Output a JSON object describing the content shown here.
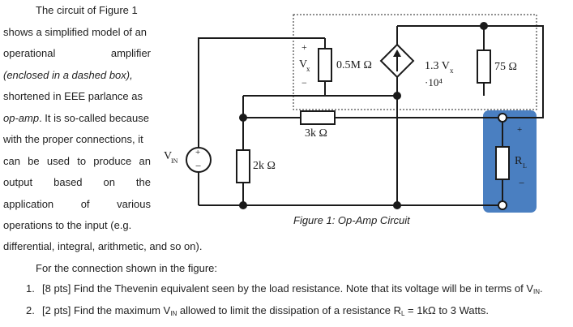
{
  "intro_lines": [
    "The circuit of Figure 1",
    "shows a simplified model of an",
    [
      "operational",
      "amplifier"
    ],
    "(enclosed in a dashed box),",
    "shortened in EEE parlance as",
    "op-amp. It is so-called because",
    "with the proper connections, it",
    [
      "can",
      "be",
      "used",
      "to",
      "produce",
      "an"
    ],
    [
      "output",
      "based",
      "on",
      "the"
    ],
    [
      "application",
      "of",
      "various"
    ],
    "operations to the input (e.g.",
    "differential, integral, arithmetic, and so on)."
  ],
  "connection_text": "For the connection shown in the figure:",
  "questions": [
    {
      "num": "1.",
      "text_a": "[8 pts] Find the Thevenin equivalent seen by the load resistance. Note that its voltage will be in terms of V",
      "sub_a": "IN",
      "text_b": "."
    },
    {
      "num": "2.",
      "text_a": "[2 pts] Find the maximum V",
      "sub_a": "IN",
      "text_b": " allowed to limit the dissipation of a resistance R",
      "sub_b": "L",
      "text_c": " = 1kΩ to 3 Watts."
    }
  ],
  "figure": {
    "caption": "Figure 1: Op-Amp Circuit",
    "labels": {
      "vx_plus": "+",
      "vx": "V",
      "vx_sub": "x",
      "vx_minus": "−",
      "r_in": "0.5M Ω",
      "dep_gain": "1.3 V",
      "dep_gain_sub": "x",
      "dep_mult": "·10⁴",
      "r_out": "75 Ω",
      "r_3k": "3k Ω",
      "r_2k": "2k Ω",
      "vin": "V",
      "vin_sub": "IN",
      "src_plus": "+",
      "src_minus": "−",
      "rl": "R",
      "rl_sub": "L",
      "rl_plus": "+",
      "rl_minus": "−"
    },
    "colors": {
      "load_highlight": "#4a7fc1",
      "wire": "#1a1a1a"
    }
  }
}
